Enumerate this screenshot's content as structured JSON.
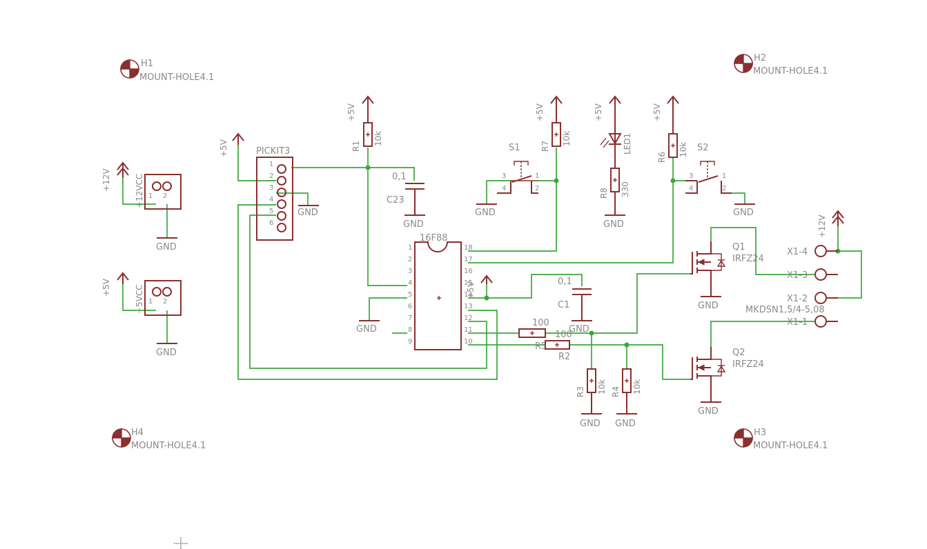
{
  "mount_holes": [
    {
      "ref": "H1",
      "value": "MOUNT-HOLE4.1"
    },
    {
      "ref": "H2",
      "value": "MOUNT-HOLE4.1"
    },
    {
      "ref": "H3",
      "value": "MOUNT-HOLE4.1"
    },
    {
      "ref": "H4",
      "value": "MOUNT-HOLE4.1"
    }
  ],
  "power": {
    "p5": "+5V",
    "p12": "+12V",
    "gnd": "GND"
  },
  "connectors": {
    "vcc12": {
      "name": "+12VCC",
      "pins": [
        "1",
        "2"
      ]
    },
    "vcc5": {
      "name": "+5VCC",
      "pins": [
        "1",
        "2"
      ]
    },
    "pickit": {
      "name": "PICKIT3",
      "pins": [
        "1",
        "2",
        "3",
        "4",
        "5",
        "6"
      ]
    },
    "x1": {
      "name": "MKDSN1,5/4-5,08",
      "pins": [
        "X1-4",
        "X1-3",
        "X1-2",
        "X1-1"
      ]
    }
  },
  "ic": {
    "name": "16F88",
    "left_pins": [
      "1",
      "2",
      "3",
      "4",
      "5",
      "6",
      "7",
      "8",
      "9"
    ],
    "right_pins": [
      "18",
      "17",
      "16",
      "15",
      "14",
      "13",
      "12",
      "11",
      "10"
    ]
  },
  "resistors": {
    "R1": {
      "ref": "R1",
      "value": "10k"
    },
    "R2": {
      "ref": "R2",
      "value": "100"
    },
    "R3": {
      "ref": "R3",
      "value": "10k"
    },
    "R4": {
      "ref": "R4",
      "value": "10k"
    },
    "R5": {
      "ref": "R5",
      "value": "100"
    },
    "R6": {
      "ref": "R6",
      "value": "10k"
    },
    "R7": {
      "ref": "R7",
      "value": "10k"
    },
    "R8": {
      "ref": "R8",
      "value": "330"
    }
  },
  "capacitors": {
    "C23": {
      "ref": "C23",
      "value": "0,1"
    },
    "C1": {
      "ref": "C1",
      "value": "0,1"
    }
  },
  "switches": {
    "S1": {
      "ref": "S1",
      "pins": [
        "3",
        "4",
        "1",
        "2"
      ]
    },
    "S2": {
      "ref": "S2",
      "pins": [
        "3",
        "4",
        "1",
        "2"
      ]
    }
  },
  "led": {
    "ref": "LED1"
  },
  "mosfets": [
    {
      "ref": "Q1",
      "value": "IRFZ24"
    },
    {
      "ref": "Q2",
      "value": "IRFZ24"
    }
  ],
  "colors": {
    "symbol": "#8b2e2e",
    "wire": "#3aa83a",
    "label": "#8a8a8a",
    "background": "#ffffff"
  }
}
